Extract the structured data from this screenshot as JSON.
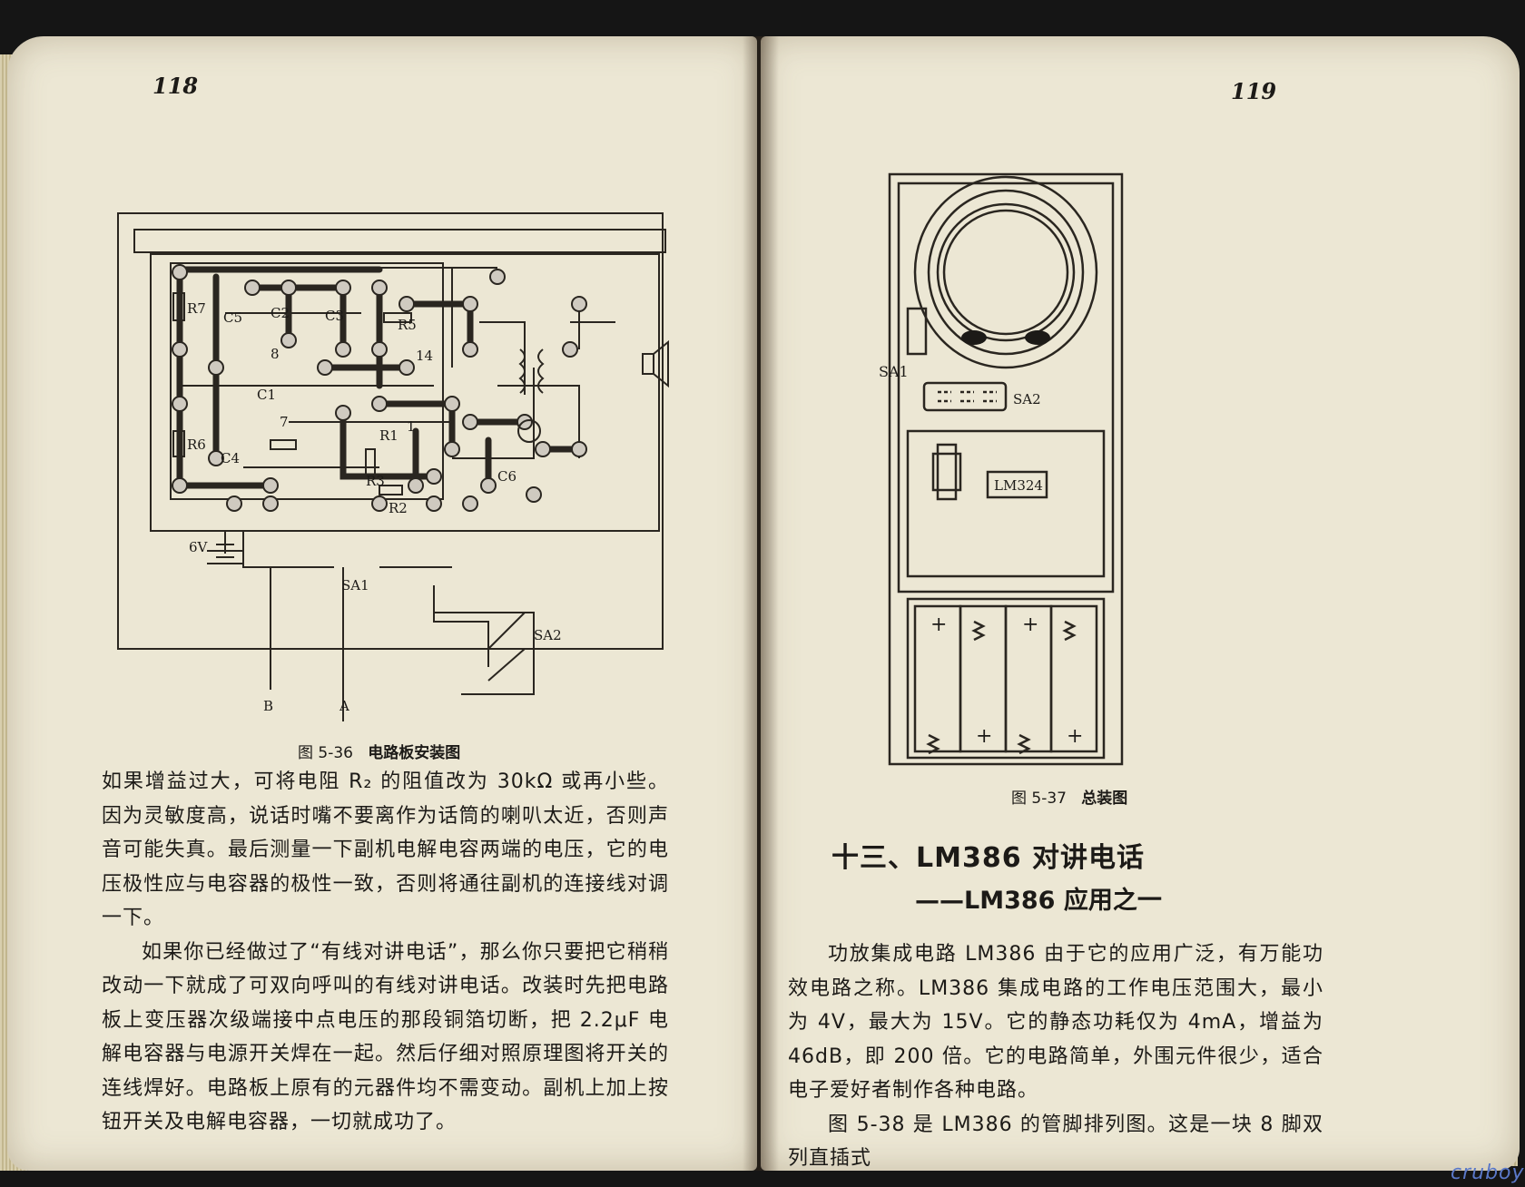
{
  "left_page": {
    "page_number": "118",
    "figure": {
      "labels": {
        "r7": "R7",
        "r6": "R6",
        "r5": "R5",
        "r1": "R1",
        "r2": "R2",
        "r3": "R3",
        "c5": "C5",
        "c2": "C2",
        "c3": "C3",
        "c1": "C1",
        "c4": "C4",
        "c6": "C6",
        "pin8": "8",
        "pin14": "14",
        "pin7": "7",
        "pin1": "1",
        "battery": "6V",
        "sa1": "SA1",
        "sa2": "SA2",
        "term_b": "B",
        "term_a": "A"
      },
      "caption_num": "图 5-36",
      "caption_title": "电路板安装图"
    },
    "paragraphs": [
      "如果增益过大，可将电阻 R₂ 的阻值改为 30kΩ 或再小些。因为灵敏度高，说话时嘴不要离作为话筒的喇叭太近，否则声音可能失真。最后测量一下副机电解电容两端的电压，它的电压极性应与电容器的极性一致，否则将通往副机的连接线对调一下。",
      "如果你已经做过了“有线对讲电话”，那么你只要把它稍稍改动一下就成了可双向呼叫的有线对讲电话。改装时先把电路板上变压器次级端接中点电压的那段铜箔切断，把 2.2μF 电解电容器与电源开关焊在一起。然后仔细对照原理图将开关的连线焊好。电路板上原有的元器件均不需变动。副机上加上按钮开关及电解电容器，一切就成功了。"
    ]
  },
  "right_page": {
    "page_number": "119",
    "figure": {
      "labels": {
        "sa1": "SA1",
        "sa2": "SA2",
        "ic": "LM324"
      },
      "caption_num": "图 5-37",
      "caption_title": "总装图"
    },
    "section_title": "十三、LM386 对讲电话",
    "section_subtitle": "——LM386 应用之一",
    "paragraphs": [
      "功放集成电路 LM386 由于它的应用广泛，有万能功效电路之称。LM386 集成电路的工作电压范围大，最小为 4V，最大为 15V。它的静态功耗仅为 4mA，增益为 46dB，即 200 倍。它的电路简单，外围元件很少，适合电子爱好者制作各种电路。",
      "图 5-38 是 LM386 的管脚排列图。这是一块 8 脚双列直插式"
    ]
  },
  "watermark": "cruboy"
}
